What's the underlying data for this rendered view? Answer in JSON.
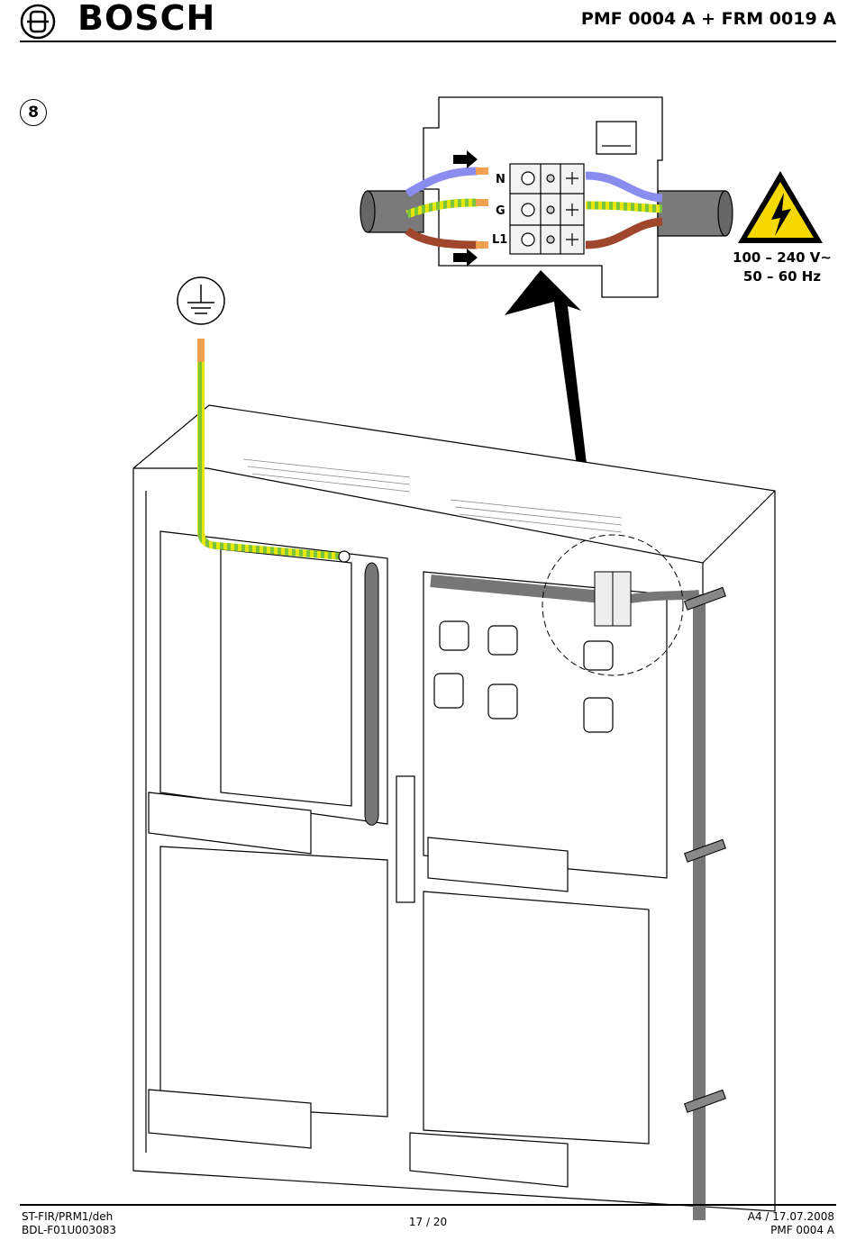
{
  "header": {
    "brand": "BOSCH",
    "logo_icon": "bosch-armature-icon",
    "product": "PMF 0004 A + FRM 0019 A"
  },
  "step": {
    "number": "8"
  },
  "terminal": {
    "labels": [
      "N",
      "G",
      "L1"
    ],
    "wire_colors": {
      "N": "#8a8cf0",
      "G": "#7cc43a",
      "G_stripe": "#e6e600",
      "L1": "#a0462c",
      "cable": "#7a7a7a"
    }
  },
  "warning": {
    "icon": "high-voltage-warning-icon",
    "voltage": "100 – 240 V~",
    "frequency": "50 – 60 Hz",
    "accent": "#f5d800"
  },
  "earth_symbol": {
    "icon": "protective-earth-icon"
  },
  "footer": {
    "left_line1": "ST-FIR/PRM1/deh",
    "left_line2": "BDL-F01U003083",
    "page": "17 / 20",
    "right_line1": "A4 / 17.07.2008",
    "right_line2": "PMF 0004 A"
  }
}
